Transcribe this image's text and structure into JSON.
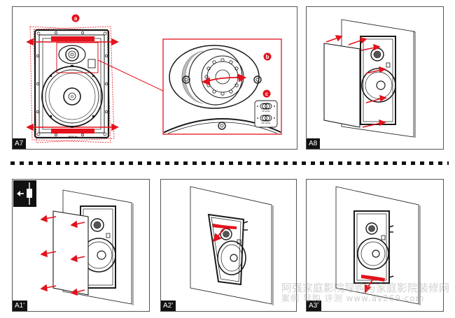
{
  "steps": {
    "A7": {
      "label": "A7",
      "callouts": {
        "a": "a",
        "b": "b",
        "c": "c"
      },
      "switches": [
        {
          "label": "HF LEVEL"
        },
        {
          "label": "MID LEVEL"
        }
      ],
      "brand": "FOCAL"
    },
    "A8": {
      "label": "A8"
    },
    "A1": {
      "label": "A1'"
    },
    "A2": {
      "label": "A2'"
    },
    "A3": {
      "label": "A3'"
    }
  },
  "colors": {
    "accent_red": "#e3121c",
    "line": "#1a1a1a",
    "panel_border": "#555555"
  },
  "watermark": {
    "line1": "阿强家庭影院导购与家庭影院装修网",
    "line2": "案例 导购 评测  www.av269.com"
  }
}
